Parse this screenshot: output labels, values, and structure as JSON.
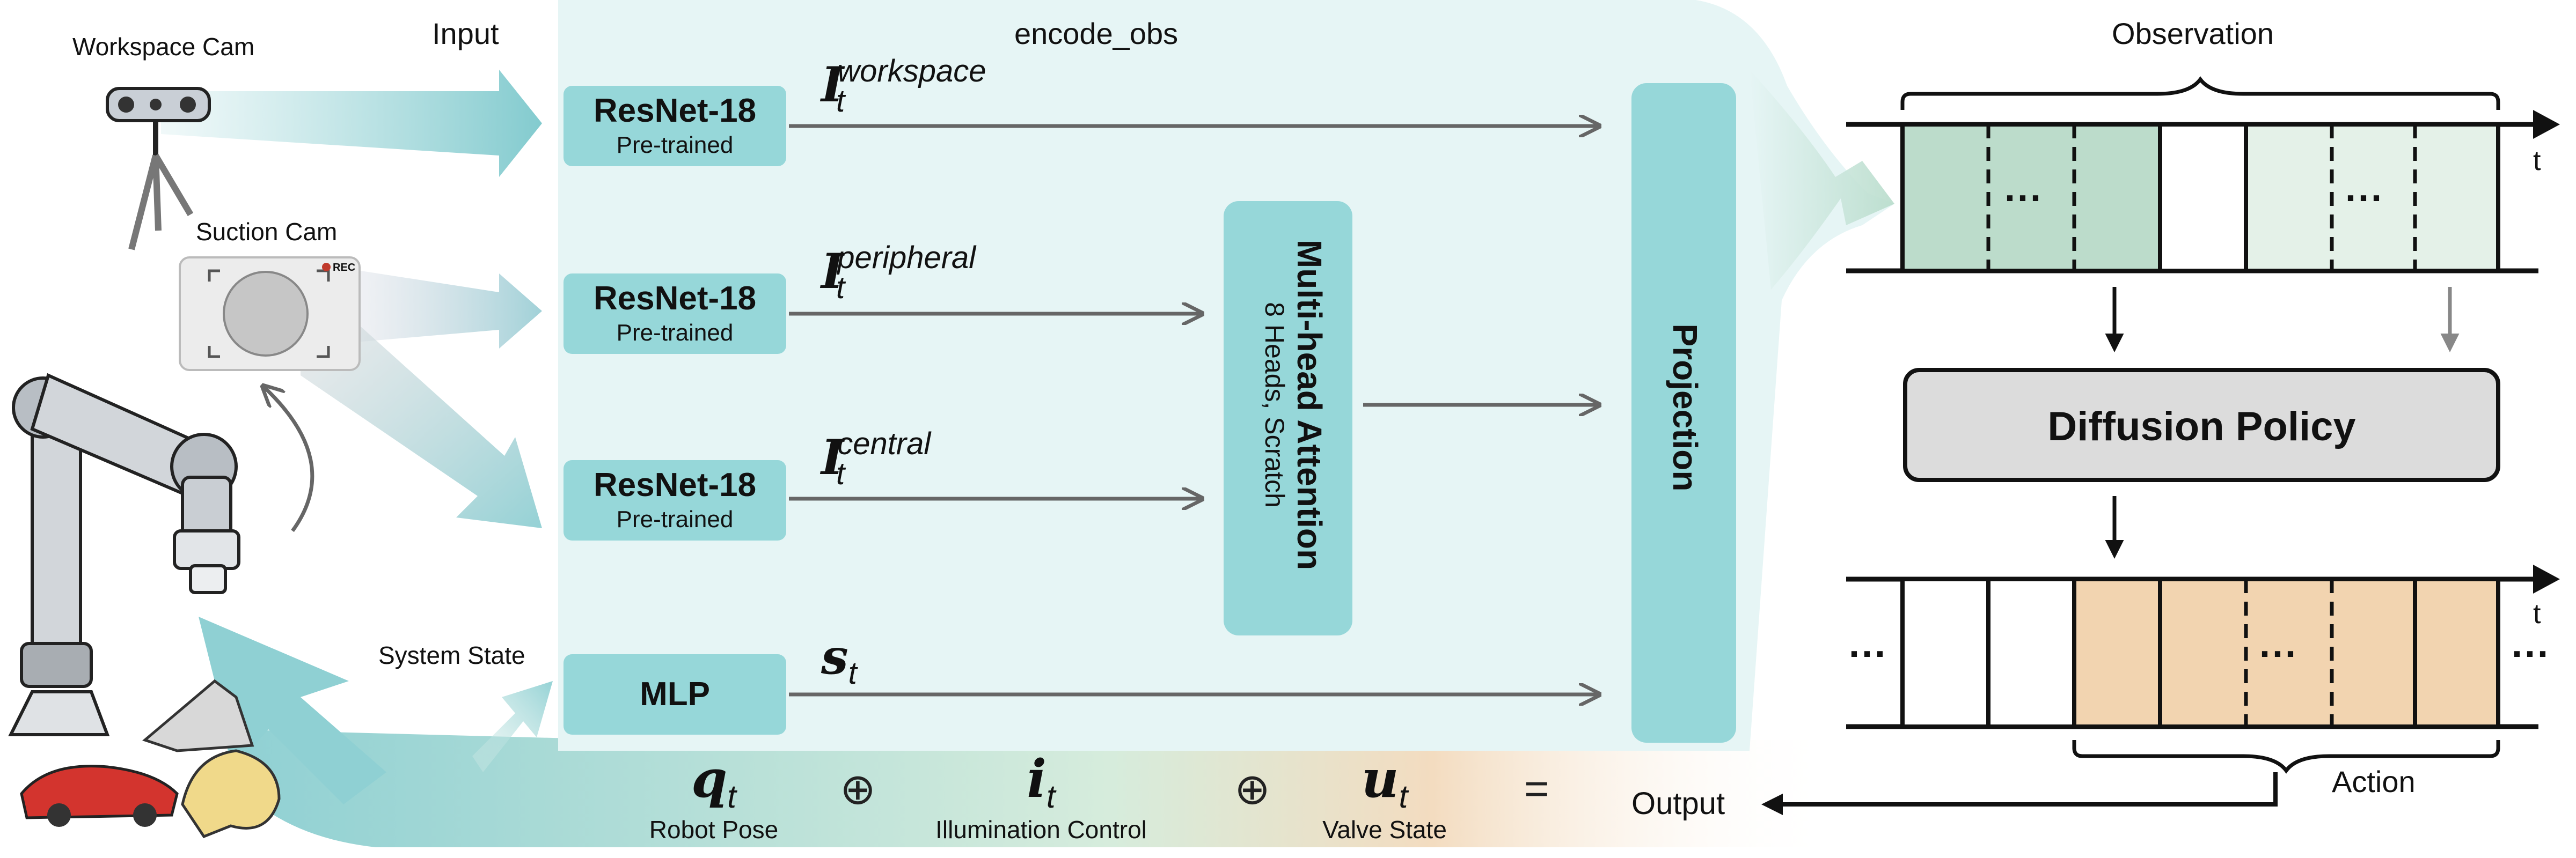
{
  "labels": {
    "workspace_cam": "Workspace Cam",
    "suction_cam": "Suction Cam",
    "input": "Input",
    "encode_obs": "encode_obs",
    "observation": "Observation",
    "system_state": "System State",
    "action": "Action",
    "output": "Output",
    "rec": "REC",
    "time_axis": "t",
    "ellipsis": "..."
  },
  "encoders": [
    {
      "name": "ResNet-18",
      "sub": "Pre-trained"
    },
    {
      "name": "ResNet-18",
      "sub": "Pre-trained"
    },
    {
      "name": "ResNet-18",
      "sub": "Pre-trained"
    },
    {
      "name": "MLP",
      "sub": ""
    }
  ],
  "features": [
    {
      "symbol": "I",
      "subscript": "t",
      "superscript": "workspace"
    },
    {
      "symbol": "I",
      "subscript": "t",
      "superscript": "peripheral"
    },
    {
      "symbol": "I",
      "subscript": "t",
      "superscript": "central"
    },
    {
      "symbol": "s",
      "subscript": "t",
      "superscript": ""
    }
  ],
  "attention": {
    "title": "Multi-head Attention",
    "sub": "8 Heads, Scratch"
  },
  "projection": {
    "label": "Projection"
  },
  "policy": {
    "label": "Diffusion Policy"
  },
  "output_terms": [
    {
      "symbol": "q",
      "subscript": "t",
      "caption": "Robot Pose"
    },
    {
      "symbol": "i",
      "subscript": "t",
      "caption": "Illumination Control"
    },
    {
      "symbol": "u",
      "subscript": "t",
      "caption": "Valve State"
    }
  ],
  "operators": {
    "plus": "⊕",
    "equals": "="
  },
  "colors": {
    "encoder_fill": "#96d7d9",
    "panel_fill": "#e6f5f5",
    "obs_fill": "#bcdccb",
    "obs_fill_light": "#e4f1e8",
    "action_fill": "#f2d4b0",
    "policy_fill": "#dcdcdc"
  }
}
